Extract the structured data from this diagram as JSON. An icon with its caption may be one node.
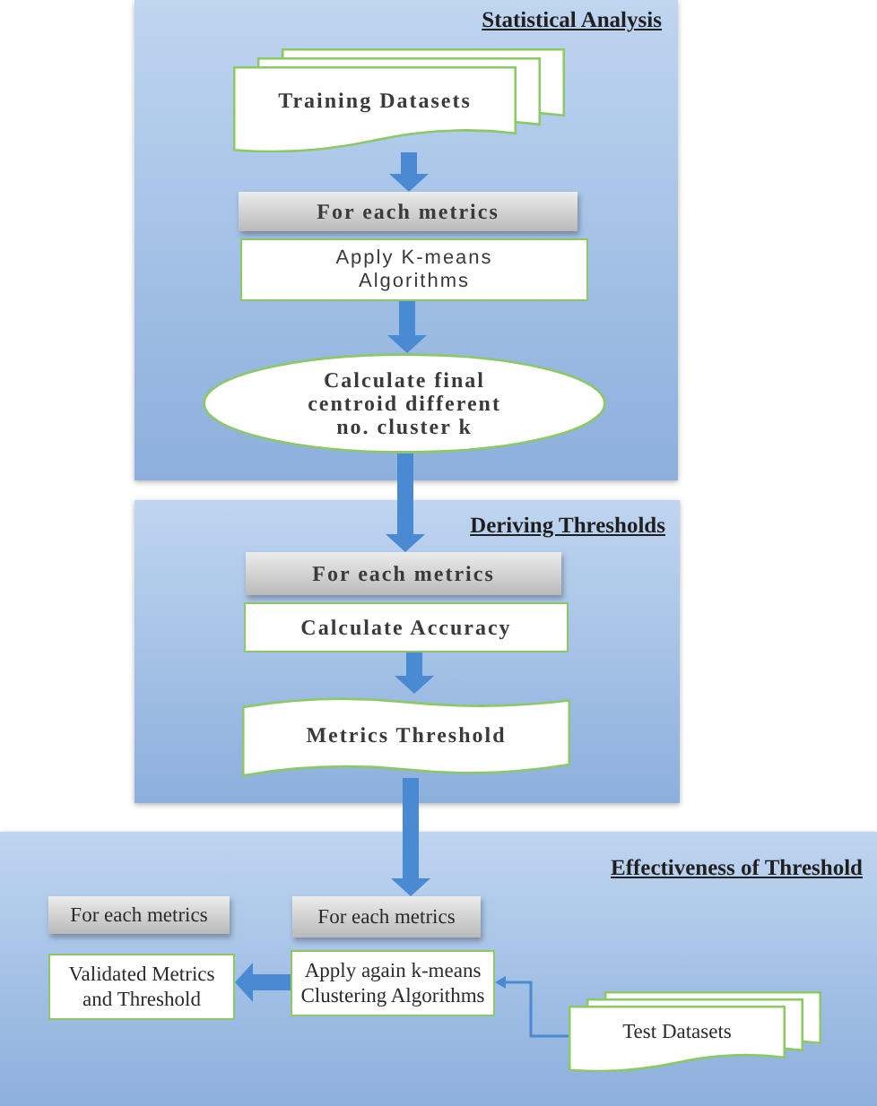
{
  "diagram": {
    "nodes": [
      {
        "text": [
          "Statistical Analysis"
        ]
      },
      {
        "text": [
          "Training Datasets"
        ],
        "in": 0
      },
      {
        "text": [
          "For each metrics"
        ],
        "in": 0
      },
      {
        "text": [
          "Apply K-means Algorithms"
        ],
        "in": 0
      },
      {
        "text": [
          "Calculate final centroid different no. cluster k"
        ],
        "in": 0
      },
      {
        "text": [
          "Deriving Thresholds"
        ]
      },
      {
        "text": [
          "For each metrics"
        ],
        "in": 5
      },
      {
        "text": [
          "Calculate Accuracy"
        ],
        "in": 5
      },
      {
        "text": [
          "Metrics Threshold"
        ],
        "in": 5
      },
      {
        "text": [
          "Effectiveness of Threshold"
        ]
      },
      {
        "text": [
          "For each metrics"
        ],
        "in": 9
      },
      {
        "text": [
          "For each metrics"
        ],
        "in": 9
      },
      {
        "text": [
          "Validated Metrics and Threshold"
        ],
        "in": 9
      },
      {
        "text": [
          "Apply again k-means Clustering Algorithms"
        ],
        "in": 9
      },
      {
        "text": [
          "Test Datasets"
        ],
        "in": 9
      }
    ],
    "edges": [
      {
        "from": 1,
        "to": 2,
        "arrow": "to"
      },
      {
        "from": 3,
        "to": 4,
        "arrow": "to"
      },
      {
        "from": 4,
        "to": 6,
        "arrow": "to"
      },
      {
        "from": 7,
        "to": 8,
        "arrow": "to"
      },
      {
        "from": 8,
        "to": 11,
        "arrow": "to"
      },
      {
        "from": 13,
        "to": 12,
        "arrow": "to"
      },
      {
        "from": 14,
        "to": 13,
        "arrow": "to"
      }
    ]
  }
}
